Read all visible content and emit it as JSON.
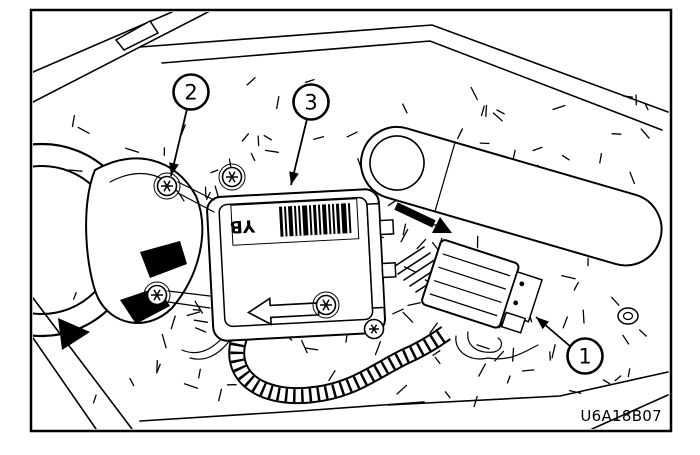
{
  "figure": {
    "id": "U6A18B07",
    "callouts": [
      {
        "label": "1"
      },
      {
        "label": "2"
      },
      {
        "label": "3"
      }
    ],
    "module_marking": "YB"
  },
  "colors": {
    "line": "#000000",
    "background": "#ffffff"
  }
}
